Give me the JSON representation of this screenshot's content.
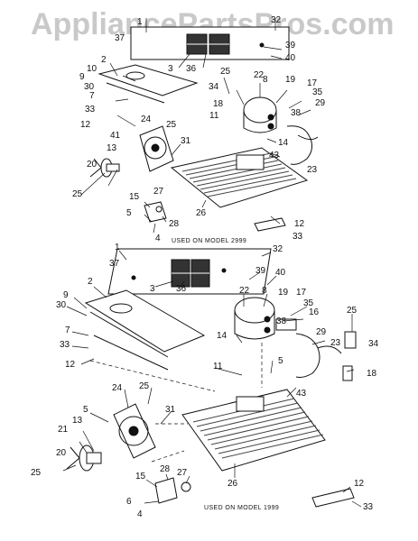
{
  "watermark": "AppliancePartsPros.com",
  "captions": {
    "upper": "USED ON MODEL 2999",
    "lower": "USED ON MODEL 1999"
  },
  "upper_labels": {
    "l1": "1",
    "l37": "37",
    "l32": "32",
    "l39": "39",
    "l40": "40",
    "l3": "3",
    "l36": "36",
    "l2": "2",
    "l10": "10",
    "l9": "9",
    "l30": "30",
    "l7": "7",
    "l33a": "33",
    "l12a": "12",
    "l25a": "25",
    "l34": "34",
    "l22": "22",
    "l8": "8",
    "l19": "19",
    "l17": "17",
    "l35": "35",
    "l38": "38",
    "l29": "29",
    "l11": "11",
    "l18": "18",
    "l14": "14",
    "l43": "43",
    "l23": "23",
    "l24": "24",
    "l25b": "25",
    "l41": "41",
    "l31": "31",
    "l13": "13",
    "l20": "20",
    "l25c": "25",
    "l15": "15",
    "l27": "27",
    "l5": "5",
    "l28": "28",
    "l4": "4",
    "l26": "26",
    "l12b": "12",
    "l33b": "33"
  },
  "lower_labels": {
    "l1": "1",
    "l32": "32",
    "l37": "37",
    "l39": "39",
    "l40": "40",
    "l3": "3",
    "l36": "36",
    "l2": "2",
    "l9": "9",
    "l30": "30",
    "l7": "7",
    "l33a": "33",
    "l12a": "12",
    "l22": "22",
    "l8": "8",
    "l19": "19",
    "l17": "17",
    "l35": "35",
    "l38": "38",
    "l16": "16",
    "l25a": "25",
    "l14": "14",
    "l29": "29",
    "l23": "23",
    "l34": "34",
    "l11": "11",
    "l5a": "5",
    "l18": "18",
    "l43": "43",
    "l5b": "5",
    "l24": "24",
    "l25b": "25",
    "l21": "21",
    "l13": "13",
    "l31": "31",
    "l20": "20",
    "l25c": "25",
    "l15": "15",
    "l28": "28",
    "l27": "27",
    "l6": "6",
    "l4": "4",
    "l26": "26",
    "l12b": "12",
    "l33b": "33"
  }
}
